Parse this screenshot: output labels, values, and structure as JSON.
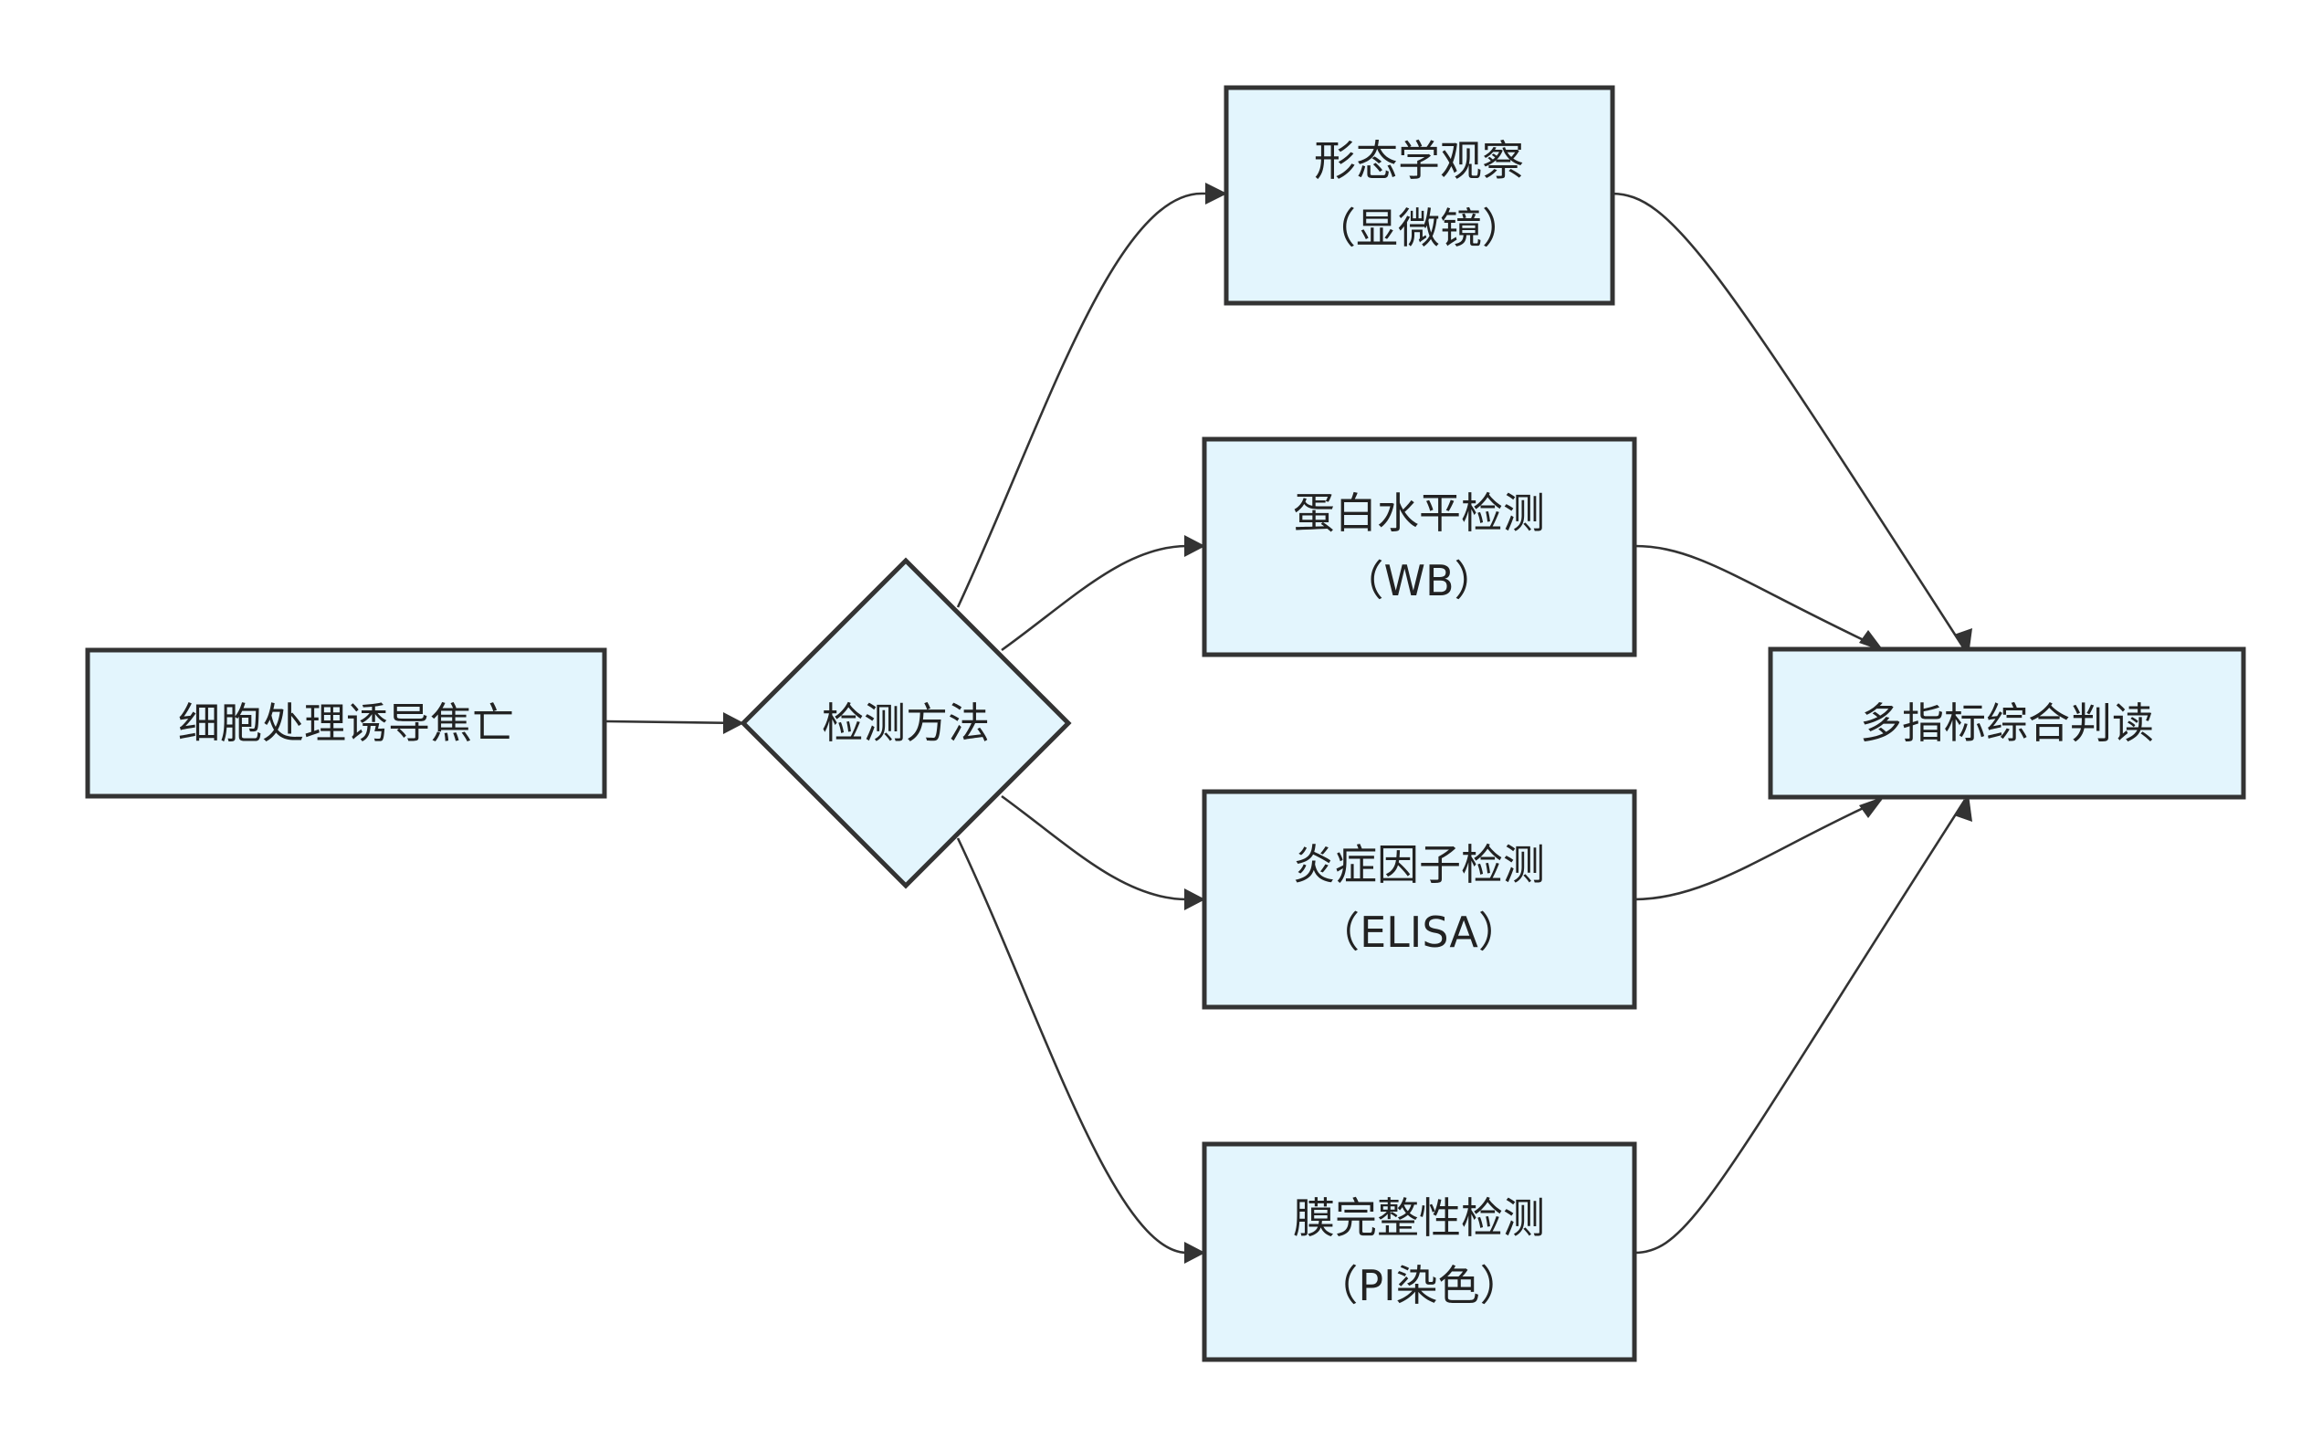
{
  "nodes": {
    "start": {
      "lines": [
        "细胞处理诱导焦亡"
      ]
    },
    "decision": {
      "lines": [
        "检测方法"
      ]
    },
    "morphology": {
      "lines": [
        "形态学观察",
        "（显微镜）"
      ]
    },
    "protein": {
      "lines": [
        "蛋白水平检测",
        "（WB）"
      ]
    },
    "inflammation": {
      "lines": [
        "炎症因子检测",
        "（ELISA）"
      ]
    },
    "membrane": {
      "lines": [
        "膜完整性检测",
        "（PI染色）"
      ]
    },
    "result": {
      "lines": [
        "多指标综合判读"
      ]
    }
  },
  "edges": [
    {
      "from": "start",
      "to": "decision"
    },
    {
      "from": "decision",
      "to": "morphology"
    },
    {
      "from": "decision",
      "to": "protein"
    },
    {
      "from": "decision",
      "to": "inflammation"
    },
    {
      "from": "decision",
      "to": "membrane"
    },
    {
      "from": "morphology",
      "to": "result"
    },
    {
      "from": "protein",
      "to": "result"
    },
    {
      "from": "inflammation",
      "to": "result"
    },
    {
      "from": "membrane",
      "to": "result"
    }
  ],
  "colors": {
    "node_fill": "#e3f5fd",
    "node_stroke": "#333333",
    "edge": "#333333",
    "text": "#222222"
  }
}
